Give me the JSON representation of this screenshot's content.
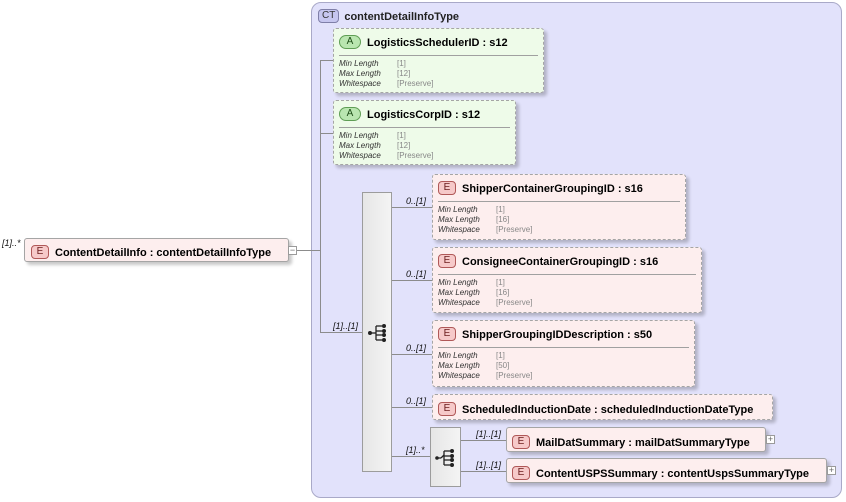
{
  "complex_type": {
    "badge": "CT",
    "name": "contentDetailInfoType"
  },
  "root_element": {
    "badge": "E",
    "label": "ContentDetailInfo : contentDetailInfoType",
    "cardinality": "[1]..*"
  },
  "facet_keys": {
    "min_length": "Min Length",
    "max_length": "Max Length",
    "whitespace": "Whitespace"
  },
  "attributes": [
    {
      "badge": "A",
      "label": "LogisticsSchedulerID : s12",
      "min": "[1]",
      "max": "[12]",
      "ws": "[Preserve]"
    },
    {
      "badge": "A",
      "label": "LogisticsCorpID : s12",
      "min": "[1]",
      "max": "[12]",
      "ws": "[Preserve]"
    }
  ],
  "sequence_cardinality": "[1]..[1]",
  "elements": [
    {
      "badge": "E",
      "label": "ShipperContainerGroupingID : s16",
      "cardinality": "0..[1]",
      "min": "[1]",
      "max": "[16]",
      "ws": "[Preserve]"
    },
    {
      "badge": "E",
      "label": "ConsigneeContainerGroupingID : s16",
      "cardinality": "0..[1]",
      "min": "[1]",
      "max": "[16]",
      "ws": "[Preserve]"
    },
    {
      "badge": "E",
      "label": "ShipperGroupingIDDescription : s50",
      "cardinality": "0..[1]",
      "min": "[1]",
      "max": "[50]",
      "ws": "[Preserve]"
    },
    {
      "badge": "E",
      "label": "ScheduledInductionDate : scheduledInductionDateType",
      "cardinality": "0..[1]"
    }
  ],
  "choice": {
    "cardinality": "[1]..*",
    "items": [
      {
        "badge": "E",
        "label": "MailDatSummary : mailDatSummaryType",
        "cardinality": "[1]..[1]",
        "expand": "+"
      },
      {
        "badge": "E",
        "label": "ContentUSPSSummary : contentUspsSummaryType",
        "cardinality": "[1]..[1]",
        "expand": "+"
      }
    ]
  },
  "root_expand": "−"
}
